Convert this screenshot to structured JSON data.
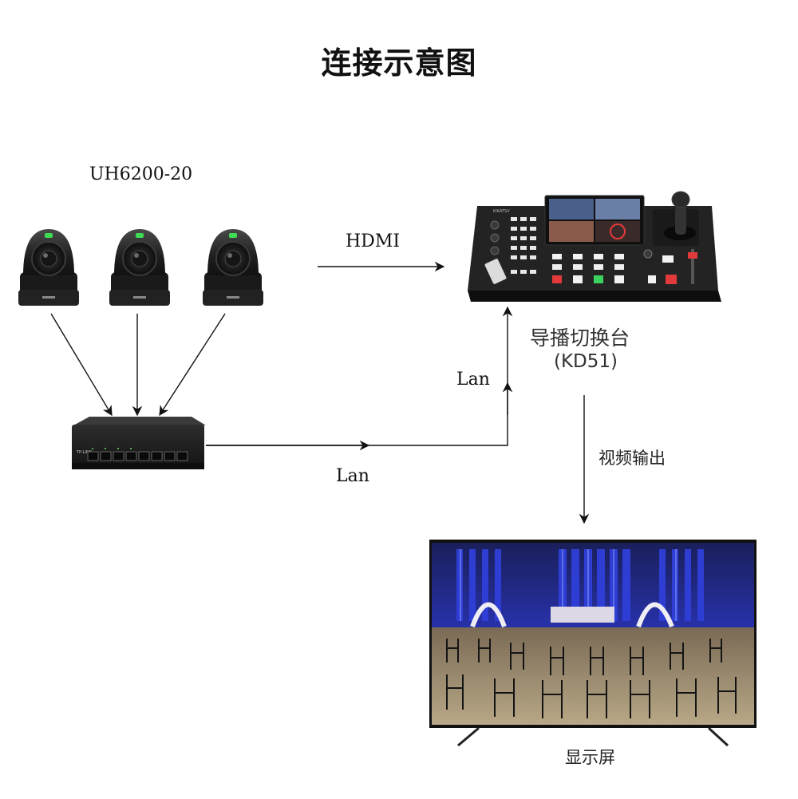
{
  "title": "连接示意图",
  "camera": {
    "model": "UH6200-20",
    "count": 3,
    "indicator_color": "#3ddc52"
  },
  "connections": {
    "camera_to_switcher": "HDMI",
    "switch_to_switcher": "Lan",
    "switch_uplink": "Lan",
    "switcher_to_display": "视频输出"
  },
  "switch": {
    "brand": "TP-LINK",
    "port_count": 8
  },
  "switcher": {
    "name": "导播切换台",
    "model": "(KD51)",
    "brand": "KIKATSV",
    "accent_red": "#e23a3a",
    "accent_green": "#3bd25e"
  },
  "display": {
    "label": "显示屏",
    "stage_color": "#2f3fd8"
  }
}
